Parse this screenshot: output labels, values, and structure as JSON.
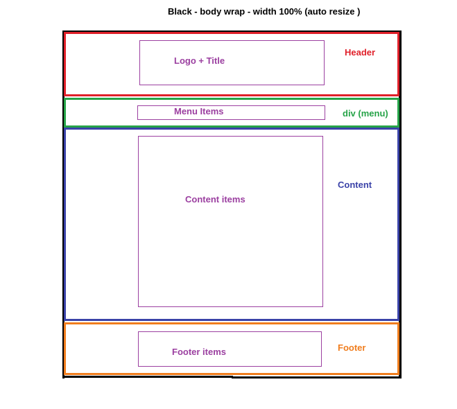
{
  "title": "Black - body wrap - width 100% (auto resize )",
  "sections": {
    "header": {
      "label": "Header",
      "inner_label": "Logo + Title",
      "color": "#e0202a"
    },
    "menu": {
      "label": "div (menu)",
      "inner_label": "Menu Items",
      "color": "#26a348"
    },
    "content": {
      "label": "Content",
      "inner_label": "Content items",
      "color": "#3a42a8"
    },
    "footer": {
      "label": "Footer",
      "inner_label": "Footer items",
      "color": "#f07d1d"
    }
  },
  "colors": {
    "wrap": "#000000",
    "inner": "#9b3fa0"
  }
}
